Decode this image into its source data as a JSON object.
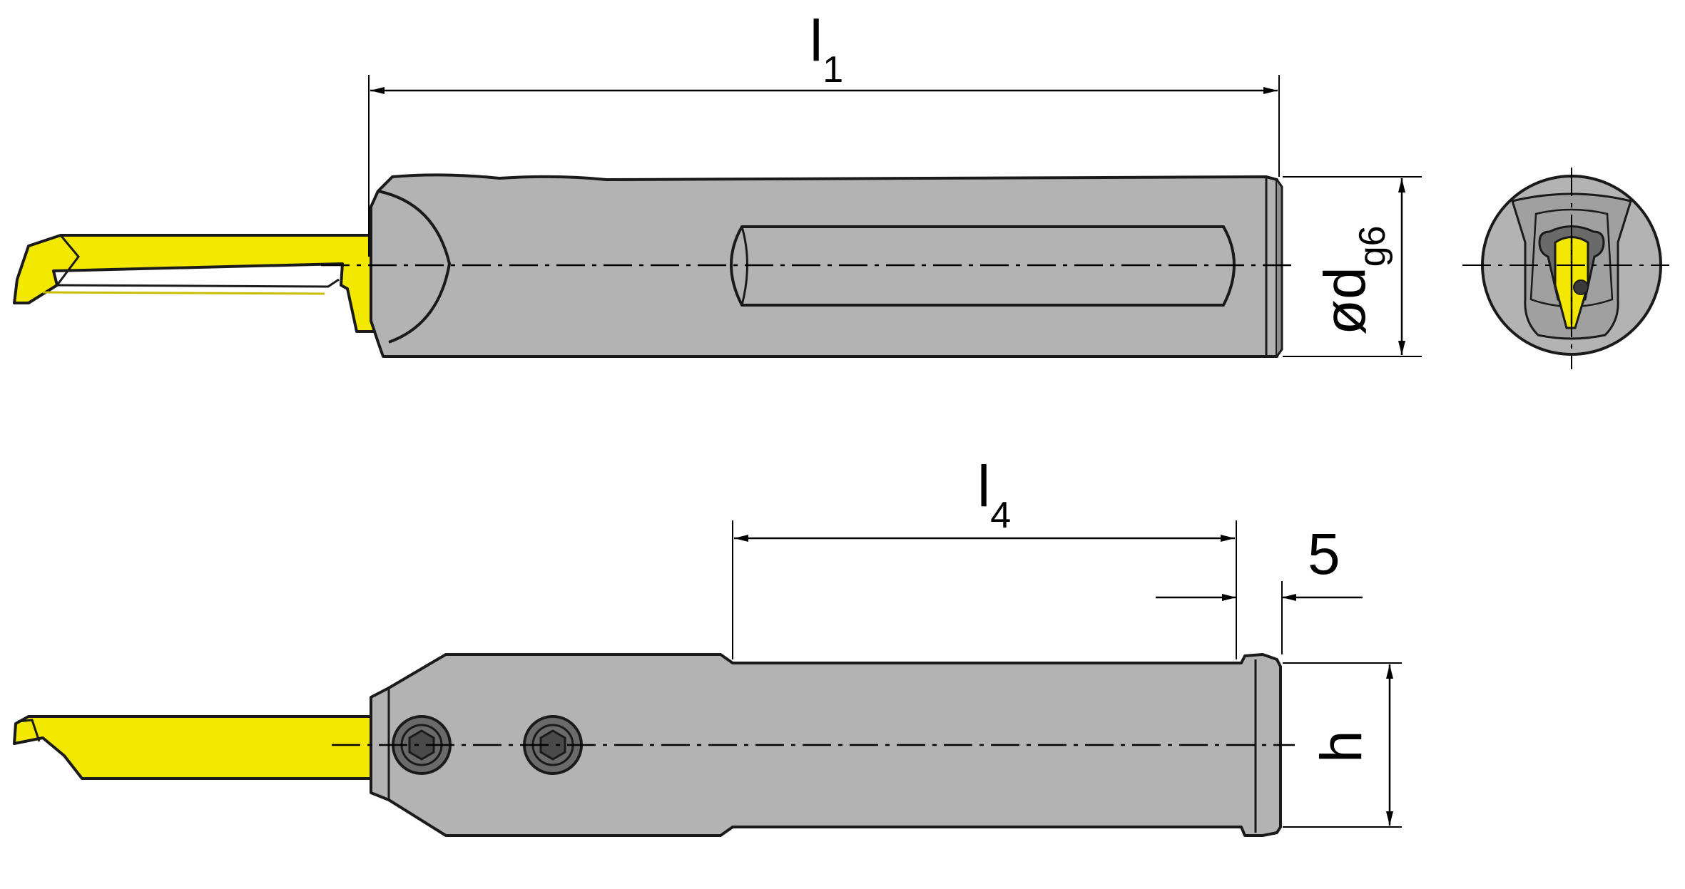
{
  "labels": {
    "l1_main": "l",
    "l1_sub": "1",
    "diam_main": "ød",
    "diam_sub": "g6",
    "l4_main": "l",
    "l4_sub": "4",
    "five": "5",
    "h": "h"
  },
  "colors": {
    "body": "#b3b3b3",
    "body_dark": "#8e8e8e",
    "insert": "#f2e800",
    "insert_shade": "#c9bf00",
    "outline": "#1a1a1a",
    "screw": "#6a6a6a",
    "background": "#ffffff"
  }
}
